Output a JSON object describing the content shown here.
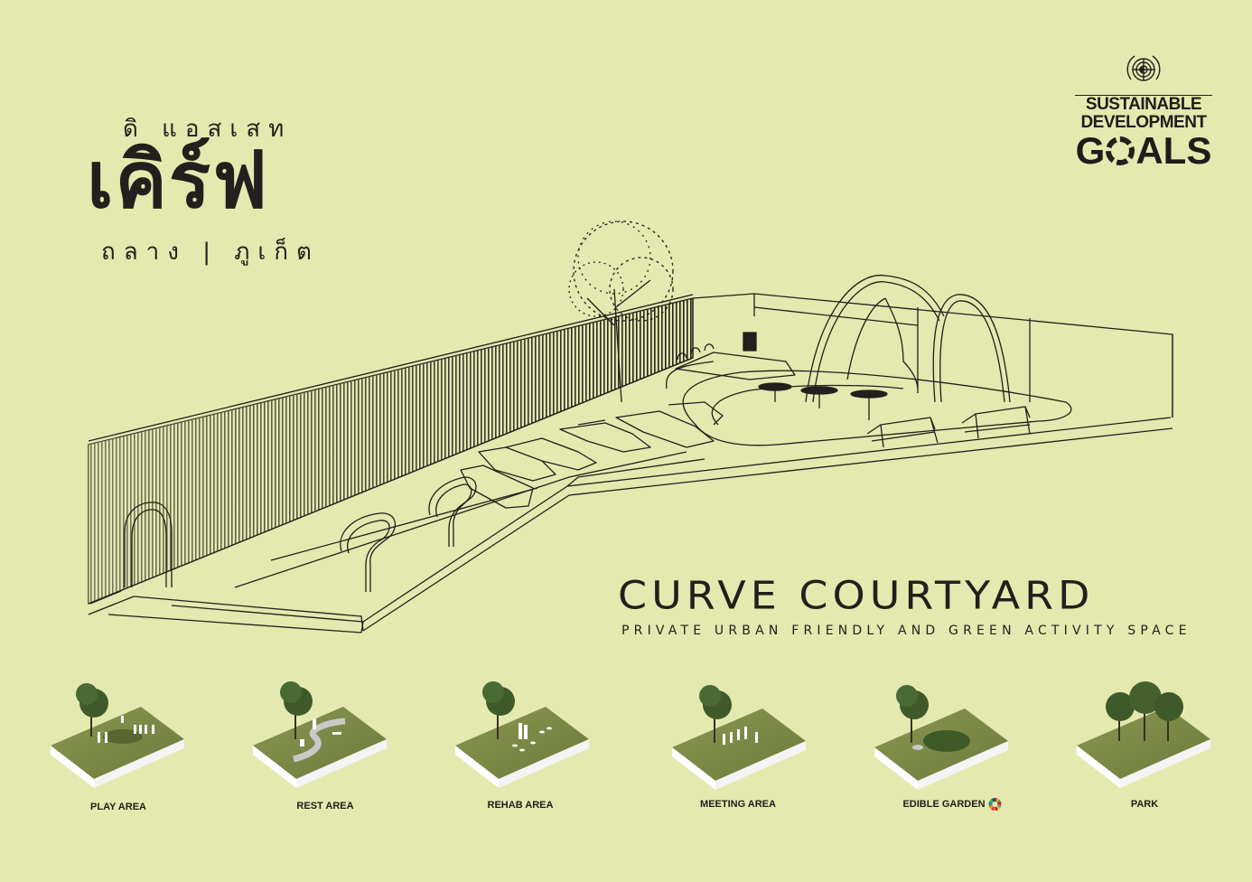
{
  "thai_title": {
    "subtitle": "ดิ แอสเสท",
    "main": "เคิร์ฟ",
    "location": "ถลาง | ภูเก็ต"
  },
  "sdg_logo": {
    "emblem": "un-emblem-icon",
    "line1": "SUSTAINABLE",
    "line2": "DEVELOPMENT",
    "line3_left": "G",
    "line3_right": "ALS"
  },
  "project": {
    "title": "CURVE COURTYARD",
    "subtitle": "PRIVATE URBAN FRIENDLY AND GREEN ACTIVITY SPACE"
  },
  "colors": {
    "background": "#e4e9b0",
    "ink": "#231f1c",
    "grass": "#7d8a45",
    "tile_side": "#ffffff"
  },
  "zones": [
    {
      "label": "PLAY AREA",
      "icon": "play-area-tile"
    },
    {
      "label": "REST AREA",
      "icon": "rest-area-tile"
    },
    {
      "label": "REHAB AREA",
      "icon": "rehab-area-tile"
    },
    {
      "label": "MEETING AREA",
      "icon": "meeting-area-tile"
    },
    {
      "label": "EDIBLE GARDEN",
      "icon": "edible-garden-tile",
      "badge": "sdg-wheel-icon"
    },
    {
      "label": "PARK",
      "icon": "park-tile"
    }
  ]
}
